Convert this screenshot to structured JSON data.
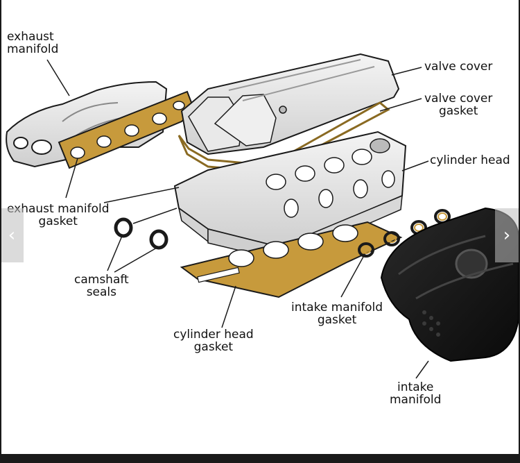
{
  "labels": {
    "exhaust_manifold": [
      "exhaust",
      "manifold"
    ],
    "valve_cover": [
      "valve cover"
    ],
    "valve_cover_gasket": [
      "valve cover",
      "gasket"
    ],
    "cylinder_head": [
      "cylinder head"
    ],
    "exhaust_manifold_gasket": [
      "exhaust manifold",
      "gasket"
    ],
    "camshaft_seals": [
      "camshaft",
      "seals"
    ],
    "intake_manifold_gasket": [
      "intake manifold",
      "gasket"
    ],
    "cylinder_head_gasket": [
      "cylinder head",
      "gasket"
    ],
    "intake_manifold": [
      "intake",
      "manifold"
    ]
  },
  "nav": {
    "prev_icon": "chevron-left-icon",
    "next_icon": "chevron-right-icon",
    "prev_glyph": "‹",
    "next_glyph": "›"
  },
  "colors": {
    "gasket": "#c79a3c",
    "metal": "#e6e6e6",
    "outline": "#1a1a1a",
    "intake": "#151515"
  }
}
